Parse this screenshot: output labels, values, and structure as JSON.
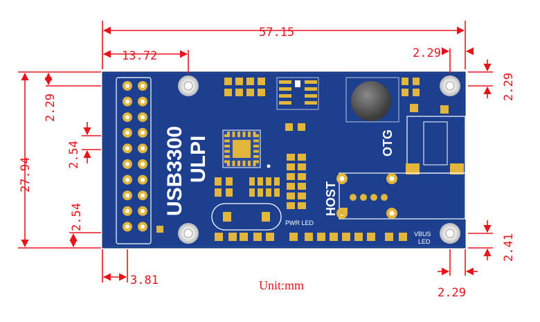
{
  "board": {
    "chip_label": "USB3300",
    "interface_label": "ULPI",
    "otg_label": "OTG",
    "host_label": "HOST",
    "pwr_led_label": "PWR LED",
    "vbus_label": "VBUS",
    "vbus_led_label": "LED"
  },
  "dimensions": {
    "overall_width": "57.15",
    "hole_offset_x": "13.72",
    "hole_margin_top_right": "2.29",
    "hole_margin_right": "2.29",
    "overall_height": "27.94",
    "hole_margin_top_left": "2.29",
    "pin_pitch": "2.54",
    "pin_edge_offset": "2.54",
    "header_offset": "3.81",
    "hole_margin_bottom_right": "2.41",
    "hole_margin_bottom": "2.29"
  },
  "unit_label": "Unit:mm",
  "colors": {
    "pcb": "#1d3f8f",
    "dimension": "#e8141b",
    "pad": "#e2b53b",
    "silkscreen": "#ffffff"
  }
}
